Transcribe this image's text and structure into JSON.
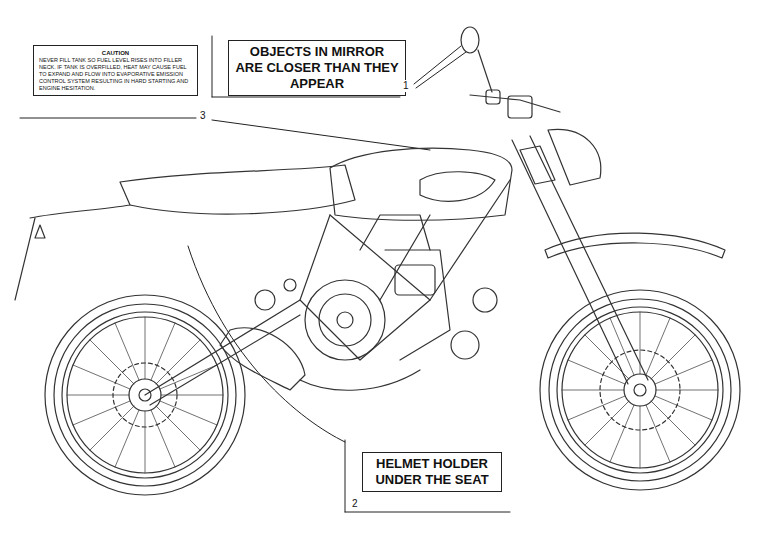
{
  "diagram": {
    "nodes": [
      {
        "text": [
          "CAUTION",
          "NEVER FILL TANK SO FUEL LEVEL RISES INTO FILLER NECK. IF TANK IS OVERFILLED, HEAT MAY CAUSE FUEL TO EXPAND AND FLOW INTO EVAPORATIVE EMISSION CONTROL SYSTEM RESULTING IN HARD STARTING AND ENGINE HESITATION."
        ]
      },
      {
        "text": [
          "OBJECTS IN MIRROR ARE CLOSER THAN THEY APPEAR"
        ]
      },
      {
        "text": [
          "HELMET HOLDER UNDER THE SEAT"
        ]
      }
    ],
    "labels": [
      "1",
      "2",
      "3"
    ]
  }
}
